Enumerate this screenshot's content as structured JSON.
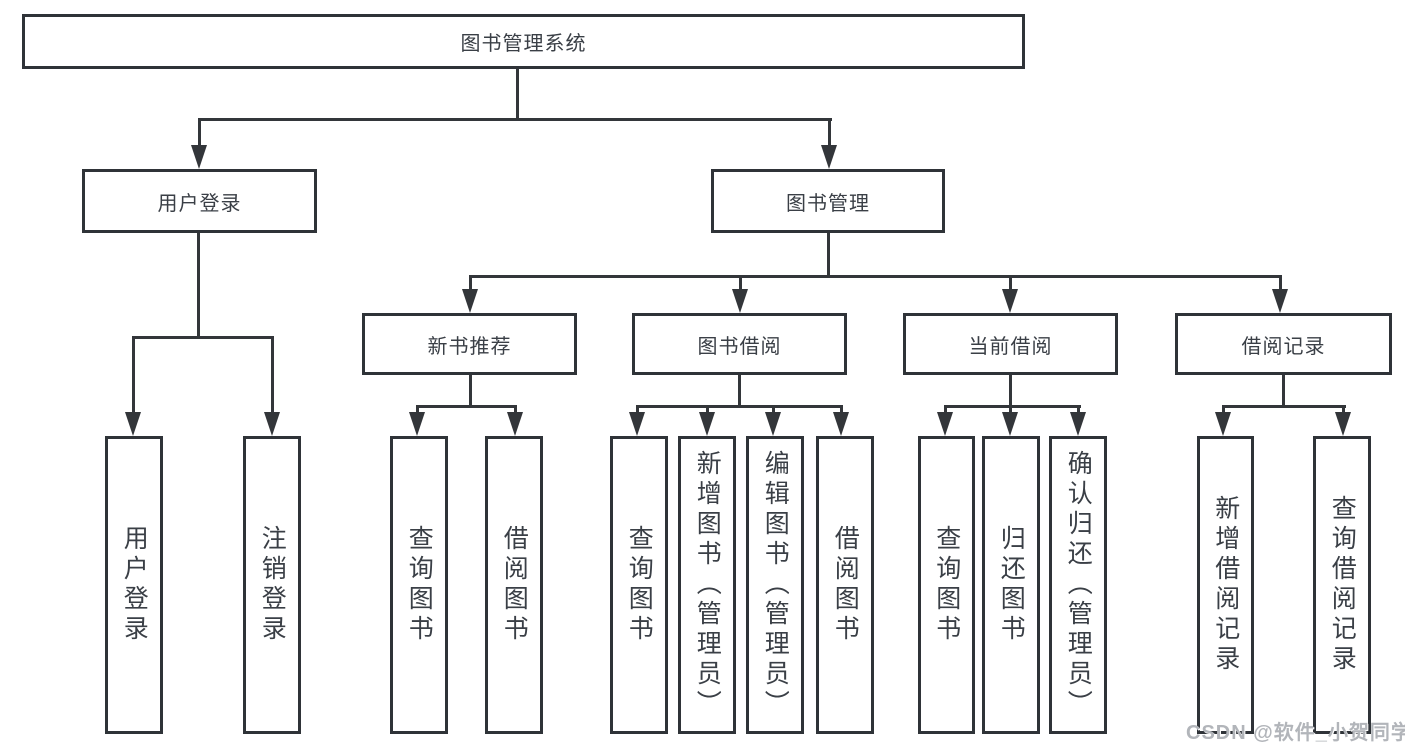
{
  "diagram": {
    "title": "图书管理系统",
    "level2": {
      "user_login": "用户登录",
      "book_mgmt": "图书管理"
    },
    "level3": {
      "new_books": "新书推荐",
      "book_borrow": "图书借阅",
      "current_borrow": "当前借阅",
      "borrow_records": "借阅记录"
    },
    "leaves": {
      "user_login": "用户登录",
      "logout": "注销登录",
      "nb_query_books": "查询图书",
      "nb_borrow_books": "借阅图书",
      "bb_query_books": "查询图书",
      "bb_add_books": "新增图书（管理员）",
      "bb_edit_books": "编辑图书（管理员）",
      "bb_borrow_books": "借阅图书",
      "cb_query_books": "查询图书",
      "cb_return_books": "归还图书",
      "cb_confirm_return": "确认归还（管理员）",
      "br_add_record": "新增借阅记录",
      "br_query_record": "查询借阅记录"
    }
  },
  "watermark": "CSDN @软件_小贺同学",
  "colors": {
    "line": "#33363a",
    "border": "#2f3338",
    "text": "#3a3f46",
    "watermark": "#b2b5ba"
  }
}
